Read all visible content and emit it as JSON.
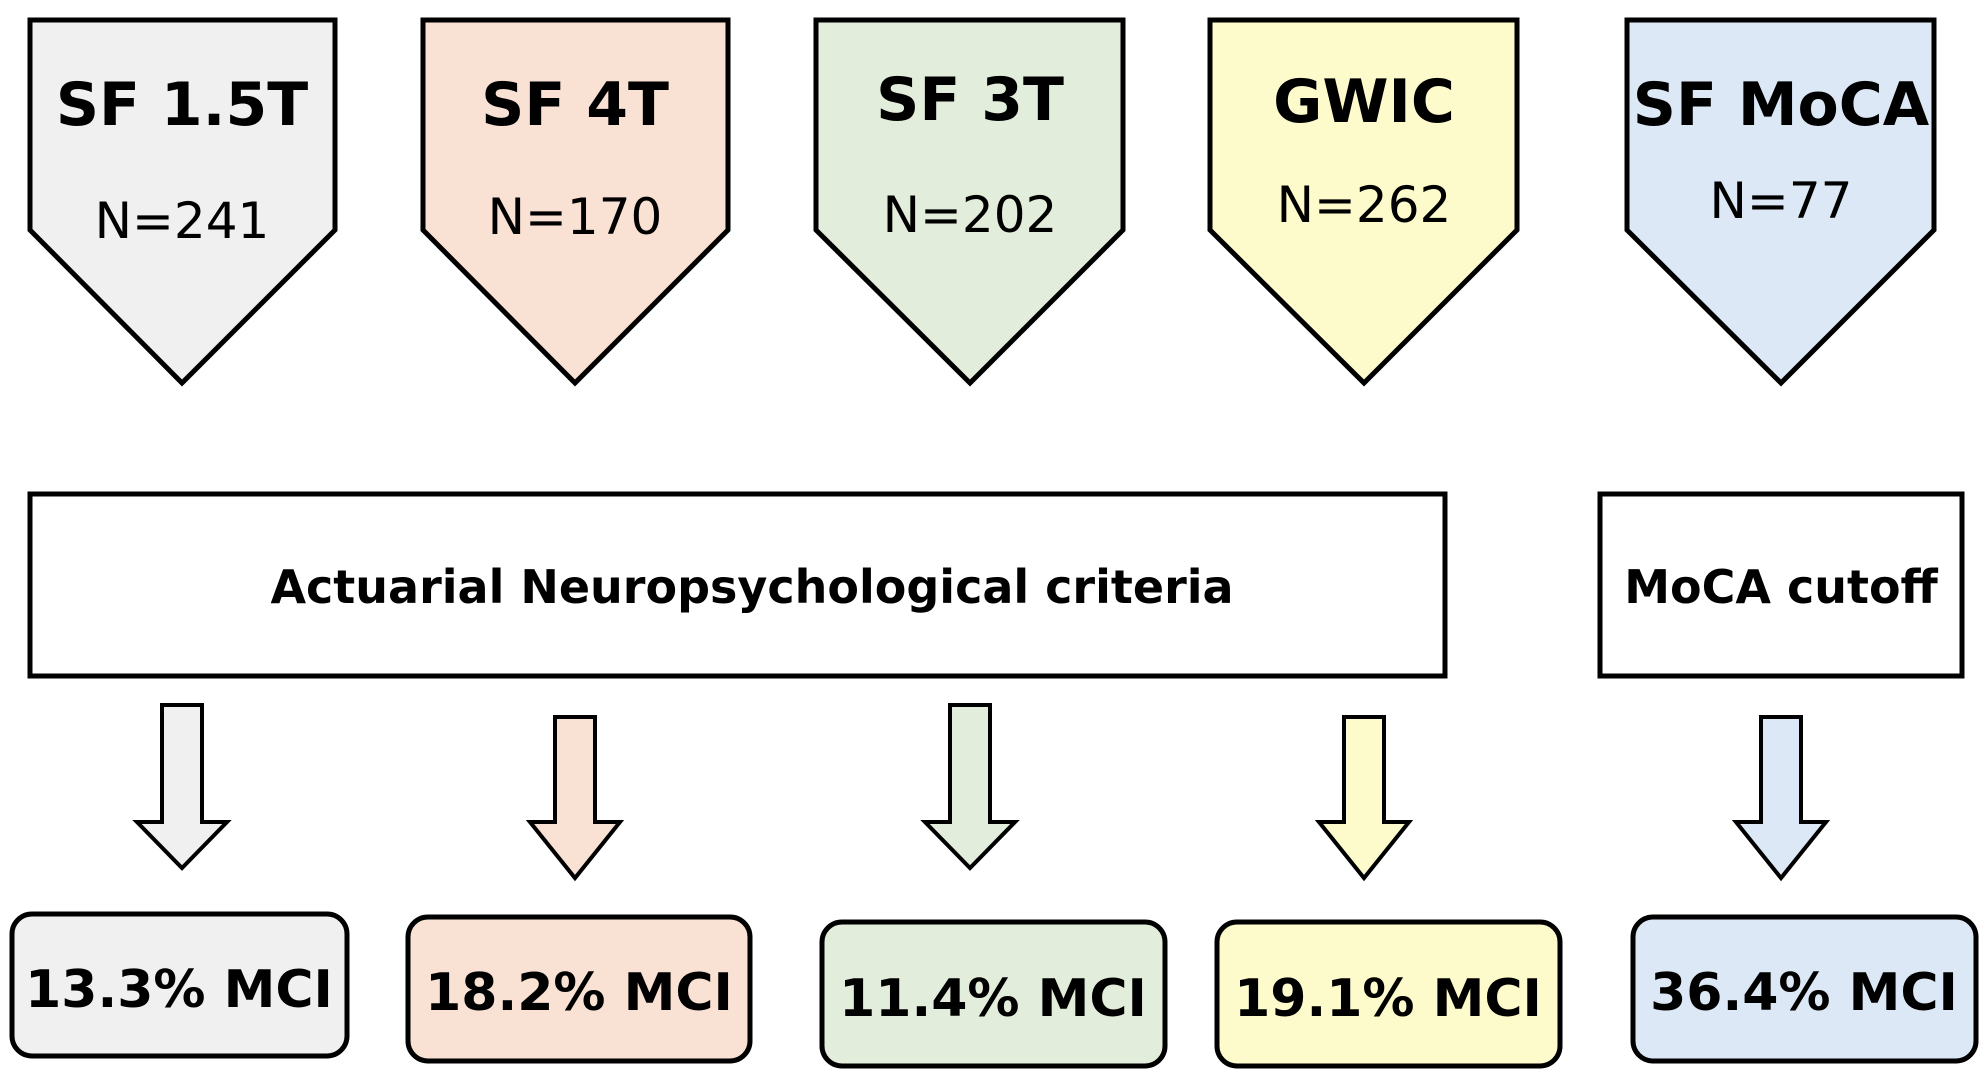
{
  "cohorts": [
    {
      "title": "SF 1.5T",
      "n": "N=241",
      "color": "#f0f0f0",
      "result": "13.3% MCI"
    },
    {
      "title": "SF 4T",
      "n": "N=170",
      "color": "#f9e1d3",
      "result": "18.2% MCI"
    },
    {
      "title": "SF 3T",
      "n": "N=202",
      "color": "#e3eddb",
      "result": "11.4% MCI"
    },
    {
      "title": "GWIC",
      "n": "N=262",
      "color": "#fdfbcc",
      "result": "19.1% MCI"
    },
    {
      "title": "SF MoCA",
      "n": "N=77",
      "color": "#dce8f5",
      "result": "36.4% MCI"
    }
  ],
  "methods": {
    "actuarial": "Actuarial Neuropsychological criteria",
    "moca": "MoCA cutoff"
  }
}
